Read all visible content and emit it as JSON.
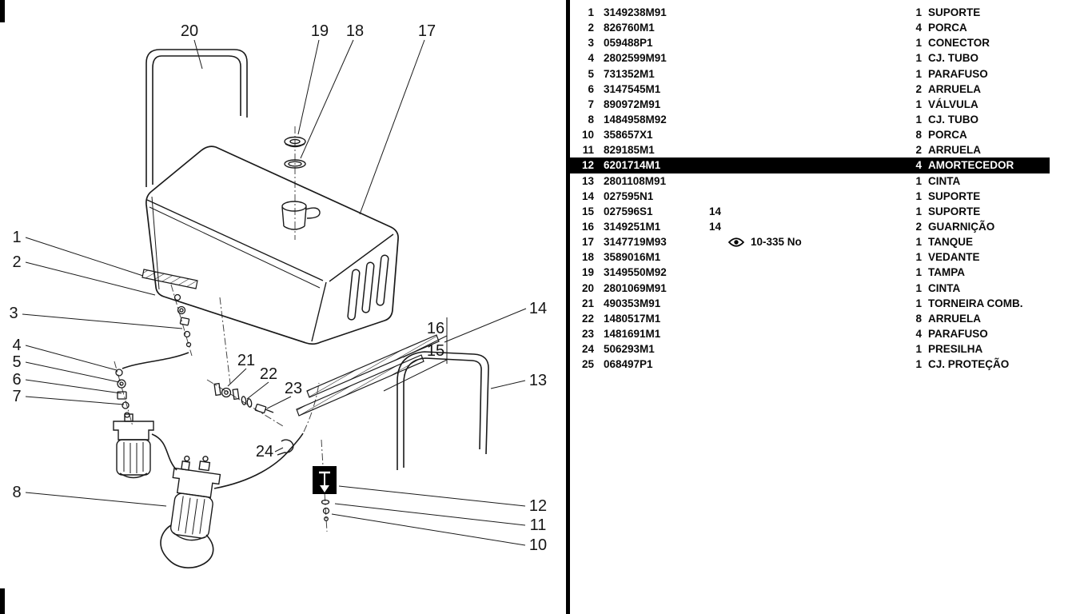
{
  "colors": {
    "background": "#ffffff",
    "line": "#1a1a1a",
    "highlight_bg": "#000000",
    "highlight_text": "#ffffff"
  },
  "selected_item": "12",
  "parts_list": {
    "rows": [
      {
        "item": "1",
        "part": "3149238M91",
        "ref": "",
        "note": "",
        "qty": "1",
        "desc": "SUPORTE",
        "highlighted": false,
        "eye": false
      },
      {
        "item": "2",
        "part": "826760M1",
        "ref": "",
        "note": "",
        "qty": "4",
        "desc": "PORCA",
        "highlighted": false,
        "eye": false
      },
      {
        "item": "3",
        "part": "059488P1",
        "ref": "",
        "note": "",
        "qty": "1",
        "desc": "CONECTOR",
        "highlighted": false,
        "eye": false
      },
      {
        "item": "4",
        "part": "2802599M91",
        "ref": "",
        "note": "",
        "qty": "1",
        "desc": "CJ. TUBO",
        "highlighted": false,
        "eye": false
      },
      {
        "item": "5",
        "part": "731352M1",
        "ref": "",
        "note": "",
        "qty": "1",
        "desc": "PARAFUSO",
        "highlighted": false,
        "eye": false
      },
      {
        "item": "6",
        "part": "3147545M1",
        "ref": "",
        "note": "",
        "qty": "2",
        "desc": "ARRUELA",
        "highlighted": false,
        "eye": false
      },
      {
        "item": "7",
        "part": "890972M91",
        "ref": "",
        "note": "",
        "qty": "1",
        "desc": "VÁLVULA",
        "highlighted": false,
        "eye": false
      },
      {
        "item": "8",
        "part": "1484958M92",
        "ref": "",
        "note": "",
        "qty": "1",
        "desc": "CJ. TUBO",
        "highlighted": false,
        "eye": false
      },
      {
        "item": "10",
        "part": "358657X1",
        "ref": "",
        "note": "",
        "qty": "8",
        "desc": "PORCA",
        "highlighted": false,
        "eye": false
      },
      {
        "item": "11",
        "part": "829185M1",
        "ref": "",
        "note": "",
        "qty": "2",
        "desc": "ARRUELA",
        "highlighted": false,
        "eye": false
      },
      {
        "item": "12",
        "part": "6201714M1",
        "ref": "",
        "note": "",
        "qty": "4",
        "desc": "AMORTECEDOR",
        "highlighted": true,
        "eye": false
      },
      {
        "item": "13",
        "part": "2801108M91",
        "ref": "",
        "note": "",
        "qty": "1",
        "desc": "CINTA",
        "highlighted": false,
        "eye": false
      },
      {
        "item": "14",
        "part": "027595N1",
        "ref": "",
        "note": "",
        "qty": "1",
        "desc": "SUPORTE",
        "highlighted": false,
        "eye": false
      },
      {
        "item": "15",
        "part": "027596S1",
        "ref": "14",
        "note": "",
        "qty": "1",
        "desc": "SUPORTE",
        "highlighted": false,
        "eye": false
      },
      {
        "item": "16",
        "part": "3149251M1",
        "ref": "14",
        "note": "",
        "qty": "2",
        "desc": "GUARNIÇÃO",
        "highlighted": false,
        "eye": false
      },
      {
        "item": "17",
        "part": "3147719M93",
        "ref": "",
        "note": "10-335 No",
        "qty": "1",
        "desc": "TANQUE",
        "highlighted": false,
        "eye": true
      },
      {
        "item": "18",
        "part": "3589016M1",
        "ref": "",
        "note": "",
        "qty": "1",
        "desc": "VEDANTE",
        "highlighted": false,
        "eye": false
      },
      {
        "item": "19",
        "part": "3149550M92",
        "ref": "",
        "note": "",
        "qty": "1",
        "desc": "TAMPA",
        "highlighted": false,
        "eye": false
      },
      {
        "item": "20",
        "part": "2801069M91",
        "ref": "",
        "note": "",
        "qty": "1",
        "desc": "CINTA",
        "highlighted": false,
        "eye": false
      },
      {
        "item": "21",
        "part": "490353M91",
        "ref": "",
        "note": "",
        "qty": "1",
        "desc": "TORNEIRA COMB.",
        "highlighted": false,
        "eye": false
      },
      {
        "item": "22",
        "part": "1480517M1",
        "ref": "",
        "note": "",
        "qty": "8",
        "desc": "ARRUELA",
        "highlighted": false,
        "eye": false
      },
      {
        "item": "23",
        "part": "1481691M1",
        "ref": "",
        "note": "",
        "qty": "4",
        "desc": "PARAFUSO",
        "highlighted": false,
        "eye": false
      },
      {
        "item": "24",
        "part": "506293M1",
        "ref": "",
        "note": "",
        "qty": "1",
        "desc": "PRESILHA",
        "highlighted": false,
        "eye": false
      },
      {
        "item": "25",
        "part": "068497P1",
        "ref": "",
        "note": "",
        "qty": "1",
        "desc": "CJ. PROTEÇÃO",
        "highlighted": false,
        "eye": false
      }
    ]
  },
  "diagram": {
    "callouts": {
      "20": "20",
      "19": "19",
      "18": "18",
      "17": "17",
      "1": "1",
      "2": "2",
      "3": "3",
      "4": "4",
      "5": "5",
      "6": "6",
      "7": "7",
      "8": "8",
      "21": "21",
      "22": "22",
      "23": "23",
      "24": "24",
      "16": "16",
      "15": "15",
      "14": "14",
      "13": "13",
      "12": "12",
      "11": "11",
      "10": "10"
    }
  }
}
